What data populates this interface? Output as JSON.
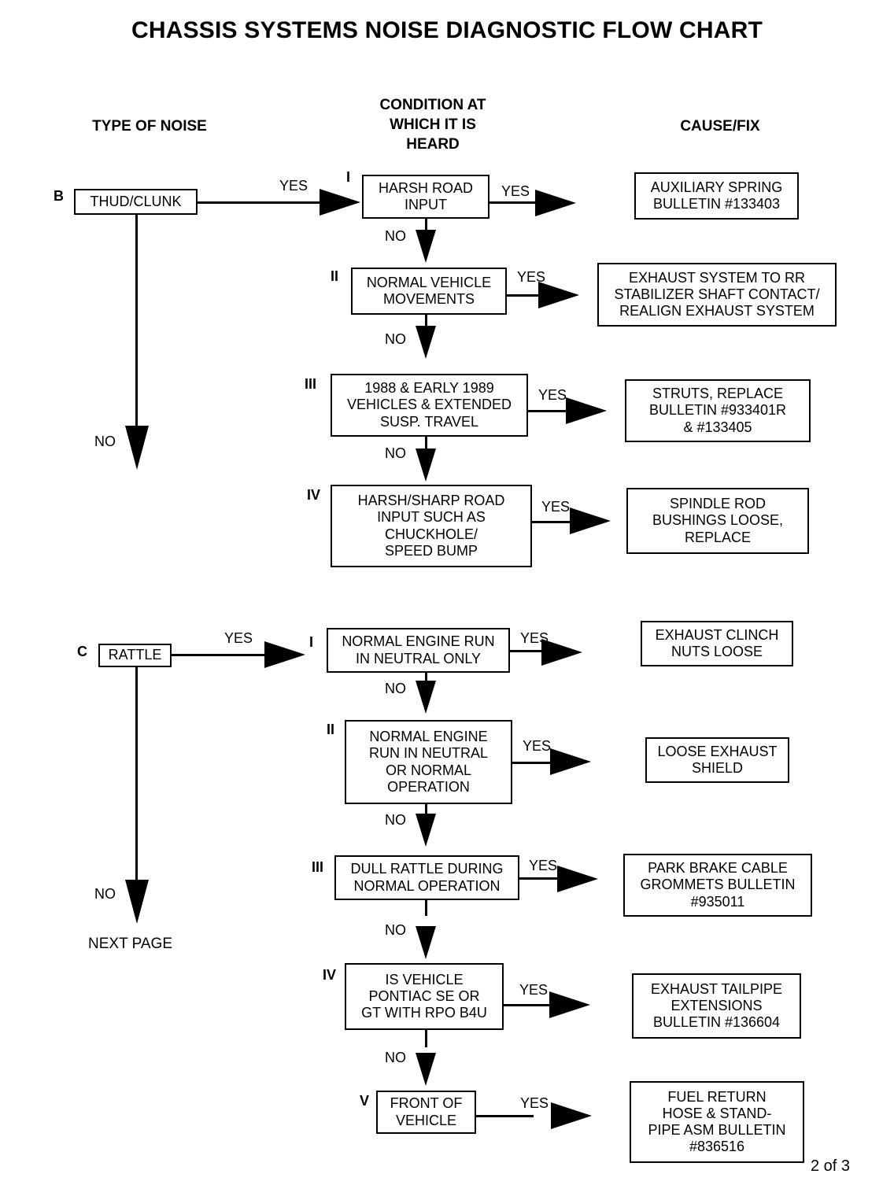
{
  "page": {
    "title": "CHASSIS SYSTEMS NOISE DIAGNOSTIC FLOW CHART",
    "page_number": "2 of 3"
  },
  "columns": {
    "type_of_noise": "TYPE OF NOISE",
    "condition": "CONDITION AT\nWHICH IT IS\nHEARD",
    "cause_fix": "CAUSE/FIX"
  },
  "labels": {
    "yes": "YES",
    "no": "NO",
    "next_page": "NEXT PAGE"
  },
  "romans": {
    "i": "I",
    "ii": "II",
    "iii": "III",
    "iv": "IV",
    "v": "V"
  },
  "sections": [
    {
      "letter": "B",
      "noise": "THUD/CLUNK",
      "rows": [
        {
          "roman": "I",
          "condition": "HARSH ROAD\nINPUT",
          "cause": "AUXILIARY SPRING\nBULLETIN #133403"
        },
        {
          "roman": "II",
          "condition": "NORMAL VEHICLE\nMOVEMENTS",
          "cause": "EXHAUST SYSTEM TO RR\nSTABILIZER SHAFT CONTACT/\nREALIGN EXHAUST SYSTEM"
        },
        {
          "roman": "III",
          "condition": "1988 & EARLY 1989\nVEHICLES & EXTENDED\nSUSP. TRAVEL",
          "cause": "STRUTS, REPLACE\nBULLETIN #933401R\n& #133405"
        },
        {
          "roman": "IV",
          "condition": "HARSH/SHARP ROAD\nINPUT SUCH AS\nCHUCKHOLE/\nSPEED BUMP",
          "cause": "SPINDLE ROD\nBUSHINGS LOOSE,\nREPLACE"
        }
      ]
    },
    {
      "letter": "C",
      "noise": "RATTLE",
      "rows": [
        {
          "roman": "I",
          "condition": "NORMAL ENGINE RUN\nIN NEUTRAL ONLY",
          "cause": "EXHAUST CLINCH\nNUTS LOOSE"
        },
        {
          "roman": "II",
          "condition": "NORMAL ENGINE\nRUN IN NEUTRAL\nOR NORMAL\nOPERATION",
          "cause": "LOOSE EXHAUST\nSHIELD"
        },
        {
          "roman": "III",
          "condition": "DULL RATTLE DURING\nNORMAL OPERATION",
          "cause": "PARK BRAKE CABLE\nGROMMETS BULLETIN\n#935011"
        },
        {
          "roman": "IV",
          "condition": "IS VEHICLE\nPONTIAC SE OR\nGT WITH RPO B4U",
          "cause": "EXHAUST TAILPIPE\nEXTENSIONS\nBULLETIN #136604"
        },
        {
          "roman": "V",
          "condition": "FRONT OF\nVEHICLE",
          "cause": "FUEL RETURN\nHOSE & STAND-\nPIPE ASM BULLETIN\n#836516"
        }
      ]
    }
  ]
}
